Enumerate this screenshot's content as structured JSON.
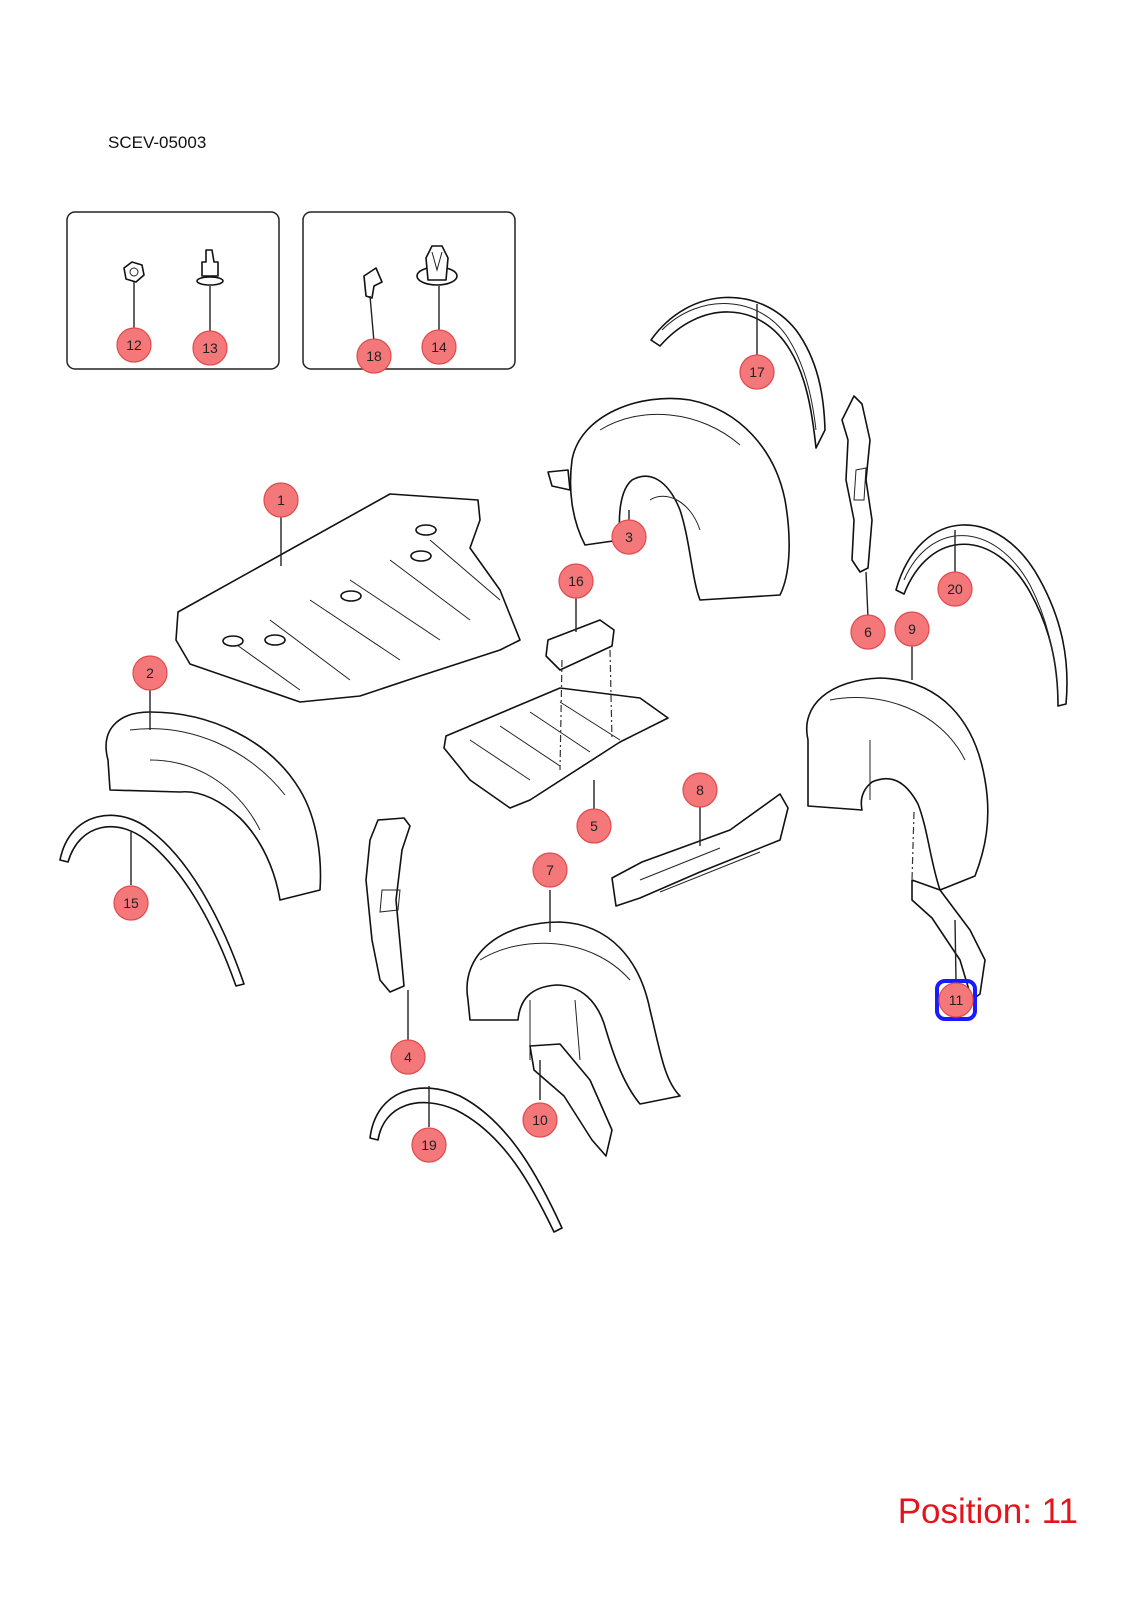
{
  "diagram_code": "SCEV-05003",
  "position_text": "Position: 11",
  "selected_callout": "11",
  "colors": {
    "callout_fill": "#f4787a",
    "callout_stroke": "#e04a4d",
    "highlight_stroke": "#1a1aff",
    "position_text": "#e3141b"
  },
  "callouts": [
    {
      "label": "1"
    },
    {
      "label": "2"
    },
    {
      "label": "3"
    },
    {
      "label": "4"
    },
    {
      "label": "5"
    },
    {
      "label": "6"
    },
    {
      "label": "7"
    },
    {
      "label": "8"
    },
    {
      "label": "9"
    },
    {
      "label": "10"
    },
    {
      "label": "11"
    },
    {
      "label": "12"
    },
    {
      "label": "13"
    },
    {
      "label": "14"
    },
    {
      "label": "15"
    },
    {
      "label": "16"
    },
    {
      "label": "17"
    },
    {
      "label": "18"
    },
    {
      "label": "19"
    },
    {
      "label": "20"
    }
  ]
}
